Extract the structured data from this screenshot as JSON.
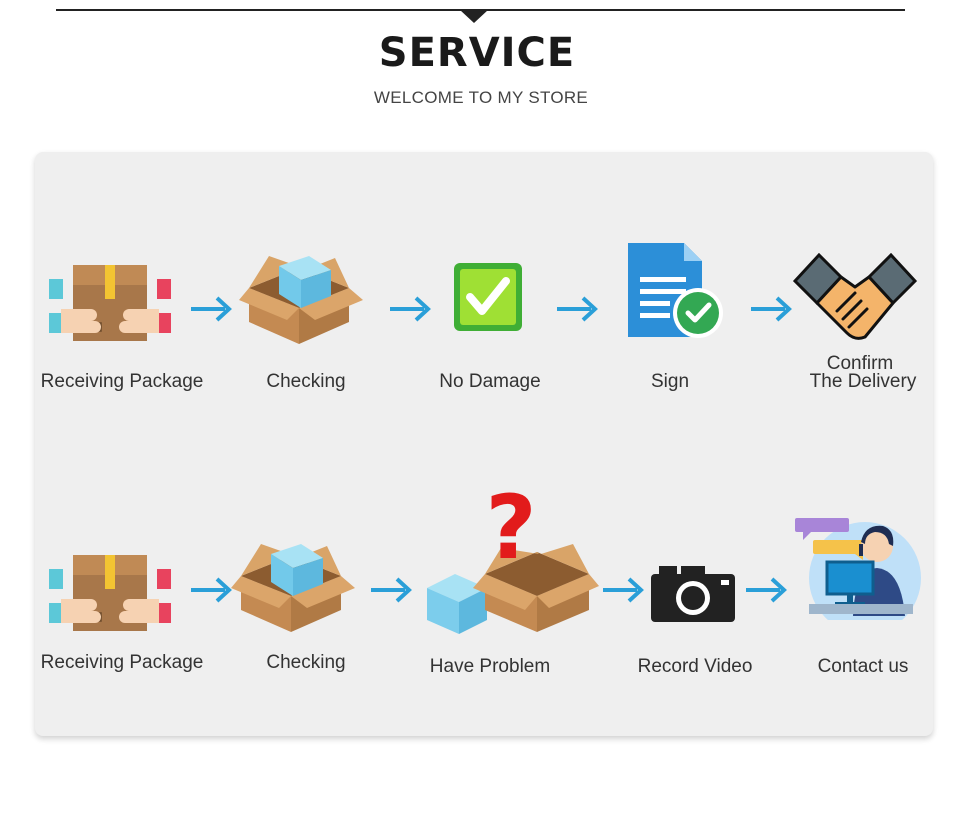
{
  "header": {
    "title": "SERVICE",
    "subtitle": "WELCOME TO MY STORE"
  },
  "row1": {
    "steps": [
      {
        "label": "Receiving Package",
        "icon": "package-hands-icon"
      },
      {
        "label": "Checking",
        "icon": "open-box-icon"
      },
      {
        "label": "No Damage",
        "icon": "checkbox-icon"
      },
      {
        "label": "Sign",
        "icon": "signed-document-icon"
      },
      {
        "label_line1": "Confirm",
        "label_line2": "The Delivery",
        "icon": "handshake-icon"
      }
    ]
  },
  "row2": {
    "steps": [
      {
        "label": "Receiving Package",
        "icon": "package-hands-icon"
      },
      {
        "label": "Checking",
        "icon": "open-box-icon"
      },
      {
        "label": "Have Problem",
        "icon": "box-question-icon",
        "mark": "?"
      },
      {
        "label": "Record Video",
        "icon": "camera-icon"
      },
      {
        "label": "Contact us",
        "icon": "customer-service-icon"
      }
    ]
  },
  "colors": {
    "arrow": "#2a9fd8",
    "panel": "#efefef",
    "box": "#c8935a",
    "check_green": "#8bd22a",
    "doc_blue": "#2c8fd8",
    "question_red": "#e21b1b"
  }
}
